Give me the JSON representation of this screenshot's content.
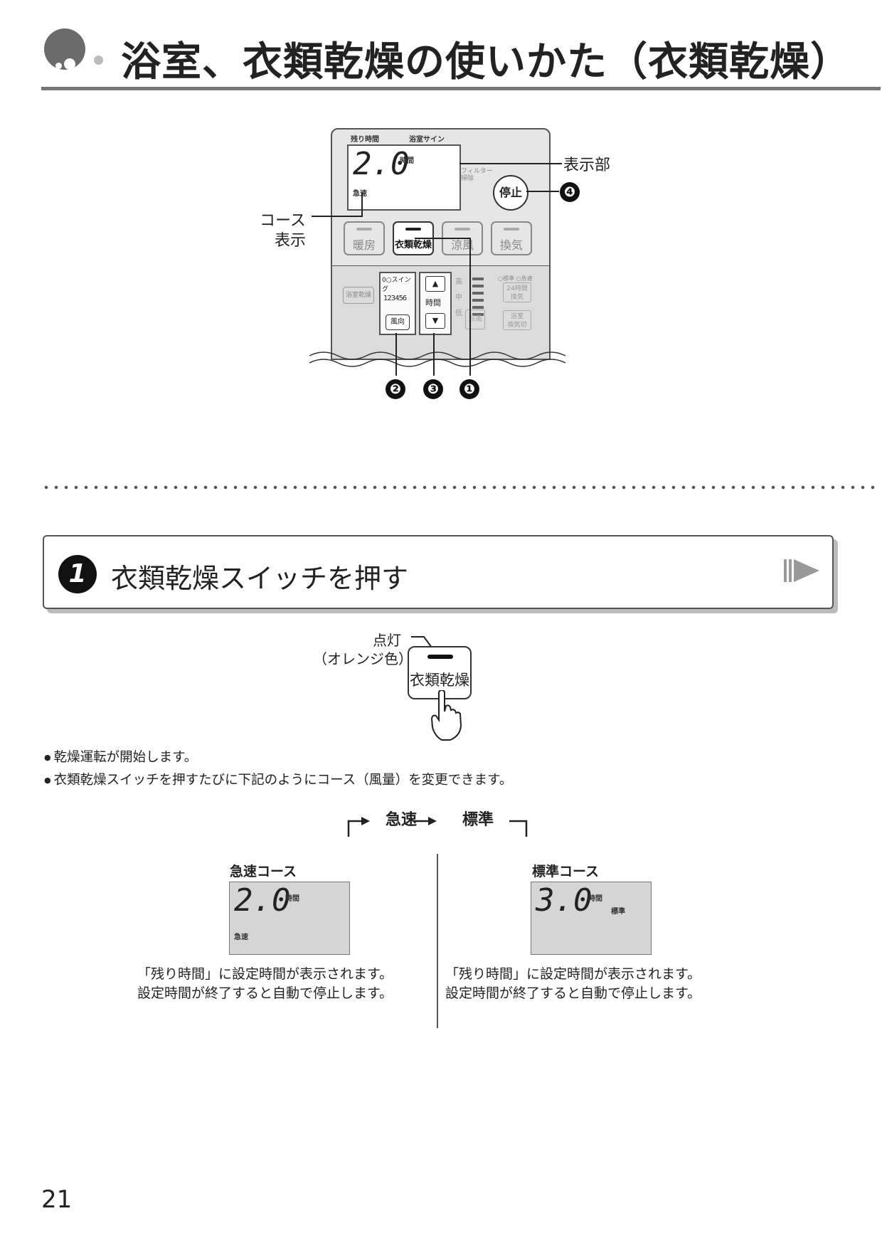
{
  "page": {
    "title": "浴室、衣類乾燥の使いかた（衣類乾燥）",
    "page_number": "21"
  },
  "panel": {
    "lcd_label_remaining": "残り時間",
    "lcd_label_sign": "浴室サイン",
    "lcd_time": "2.0",
    "lcd_time_unit": "時間",
    "lcd_filter": "フィルター\n掃除",
    "lcd_course": "急速",
    "stop_button": "停止",
    "buttons": [
      "暖房",
      "衣類乾燥",
      "涼風",
      "換気"
    ],
    "lower_left_button": "浴室乾燥",
    "swing_label": "0○スイング",
    "swing_numbers": "123456",
    "wind_dir_button": "風向",
    "time_label": "時間",
    "level_labels": [
      "高",
      "中",
      "低"
    ],
    "mode_labels": [
      "○標準 ○急速"
    ],
    "ventilation_24h": "24時間\n換気",
    "bath_vent_off": "浴室\n換気切",
    "spray_button": "涼風",
    "callout_display": "表示部",
    "callout_course_l1": "コース",
    "callout_course_l2": "表示",
    "callouts": [
      "❹",
      "❷",
      "❸",
      "❶"
    ]
  },
  "step1": {
    "number": "1",
    "text": "衣類乾燥スイッチを押す",
    "lit_label": "点灯",
    "lit_note": "（オレンジ色）",
    "switch_label": "衣類乾燥"
  },
  "bullets": [
    "乾燥運転が開始します。",
    "衣類乾燥スイッチを押すたびに下記のようにコース（風量）を変更できます。"
  ],
  "cycle": {
    "a": "急速",
    "b": "標準"
  },
  "courses": [
    {
      "title": "急速コース",
      "time": "2.0",
      "unit": "時間",
      "mode": "急速",
      "desc1": "「残り時間」に設定時間が表示されます。",
      "desc2": "設定時間が終了すると自動で停止します。"
    },
    {
      "title": "標準コース",
      "time": "3.0",
      "unit": "時間",
      "mode": "標準",
      "desc1": "「残り時間」に設定時間が表示されます。",
      "desc2": "設定時間が終了すると自動で停止します。"
    }
  ]
}
